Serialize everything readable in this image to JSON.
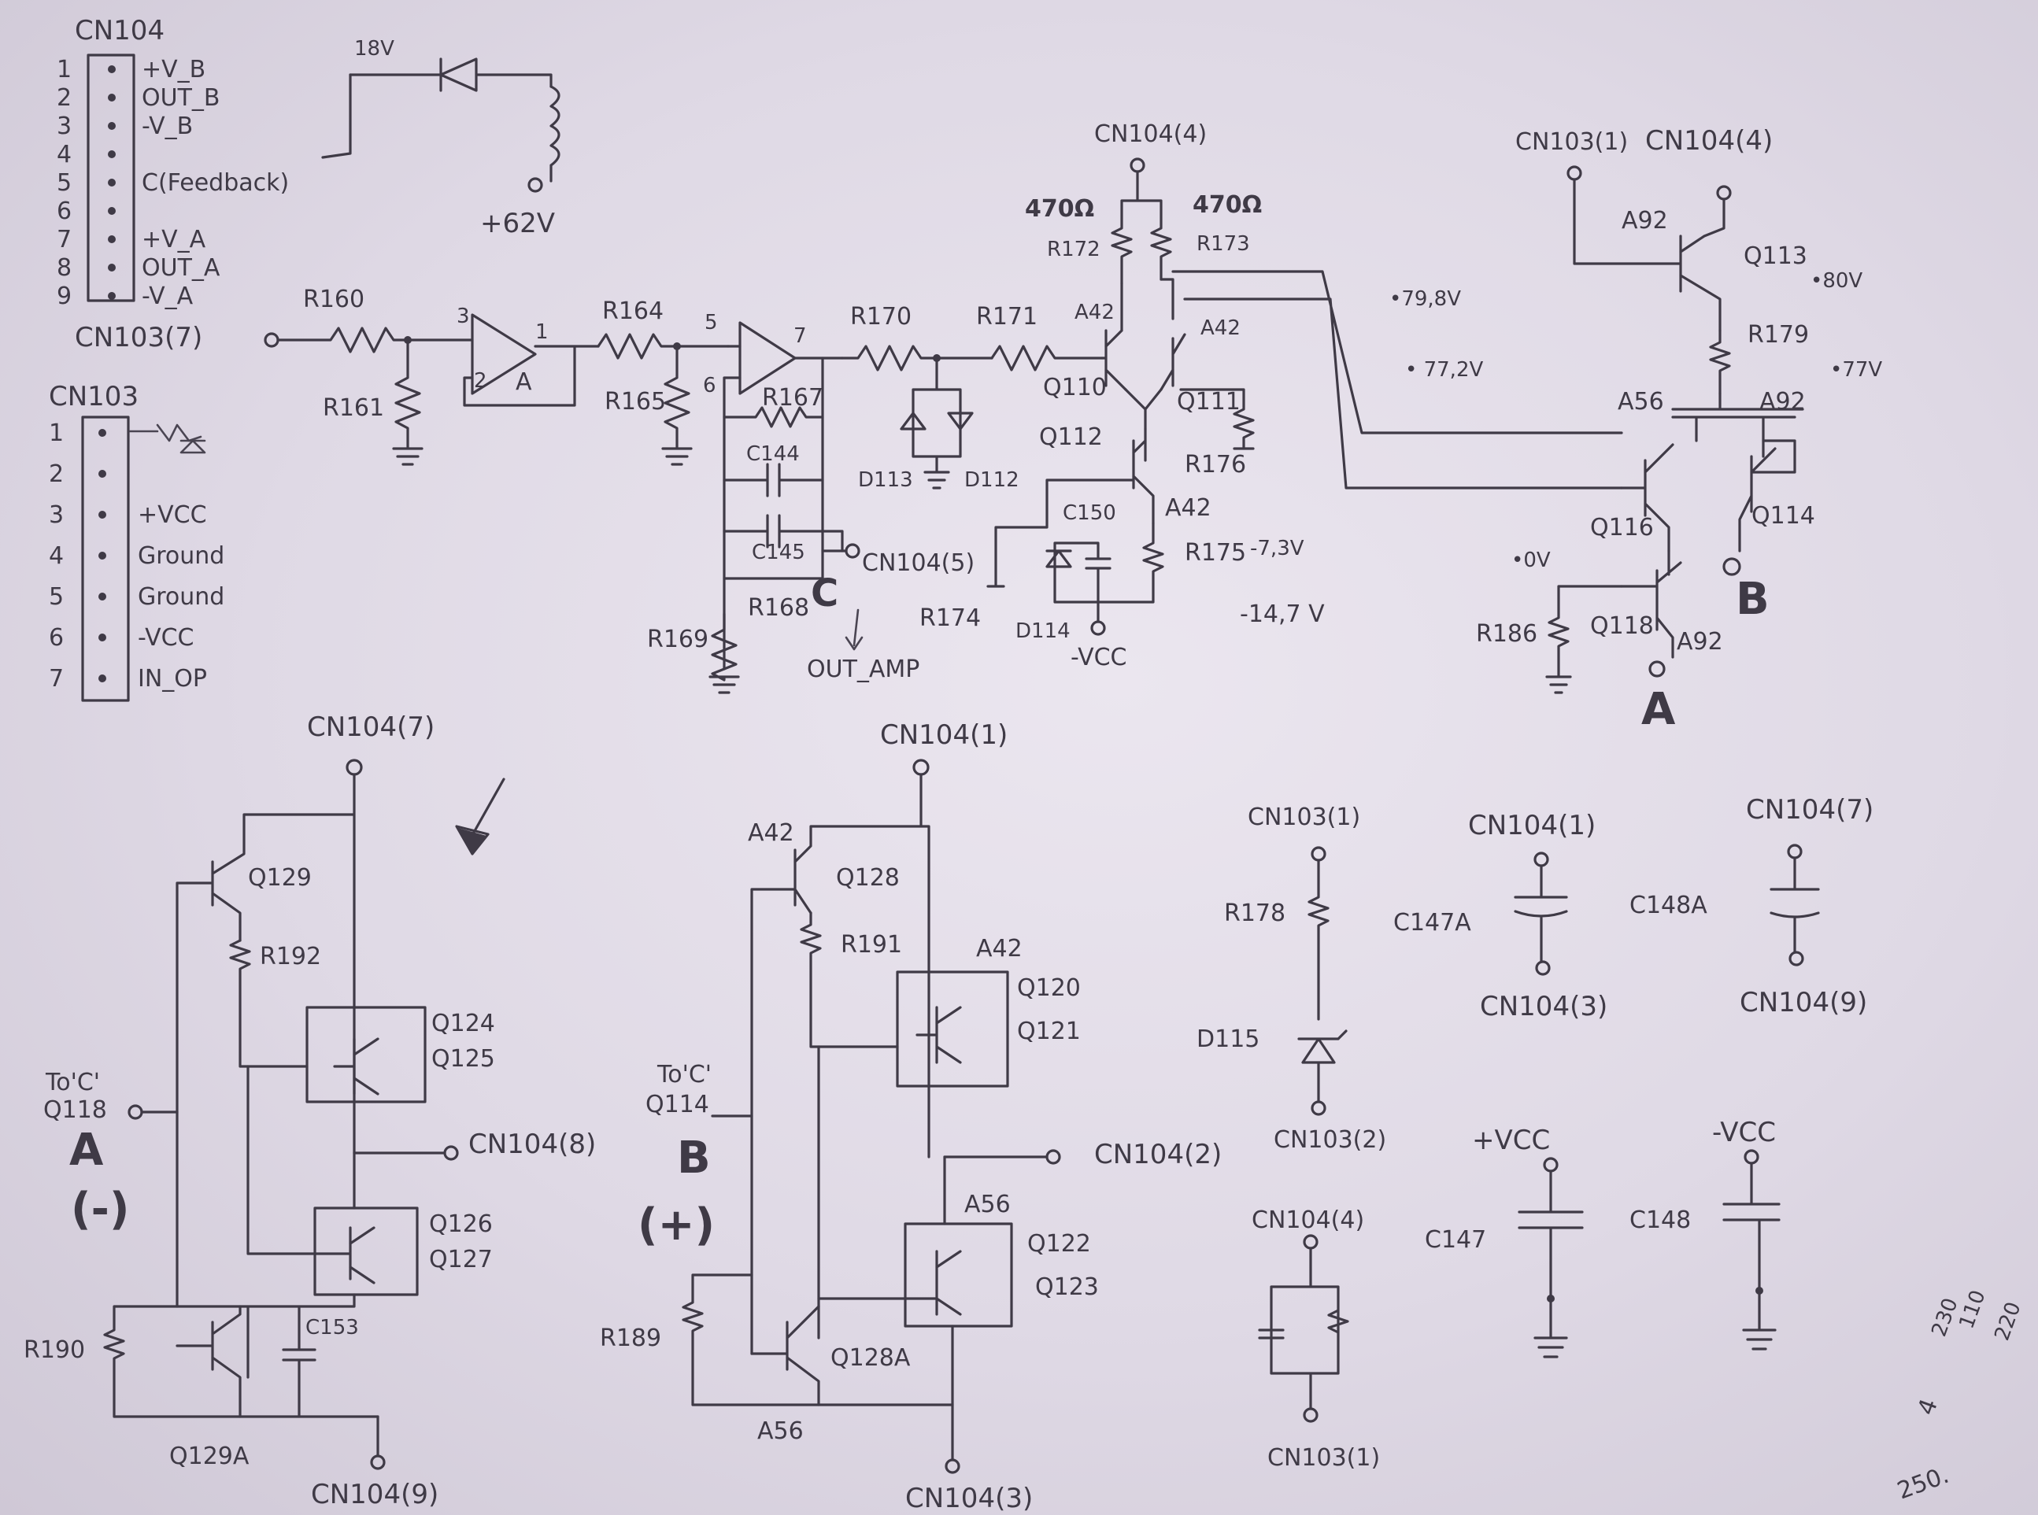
{
  "connector_cn104": {
    "title": "CN104",
    "pins": [
      {
        "num": "1",
        "label": "+V_B"
      },
      {
        "num": "2",
        "label": "OUT_B"
      },
      {
        "num": "3",
        "label": "-V_B"
      },
      {
        "num": "4",
        "label": ""
      },
      {
        "num": "5",
        "label": "C(Feedback)"
      },
      {
        "num": "6",
        "label": ""
      },
      {
        "num": "7",
        "label": "+V_A"
      },
      {
        "num": "8",
        "label": "OUT_A"
      },
      {
        "num": "9",
        "label": "-V_A"
      }
    ]
  },
  "connector_cn103": {
    "title": "CN103",
    "pins": [
      {
        "num": "1",
        "label": ""
      },
      {
        "num": "2",
        "label": ""
      },
      {
        "num": "3",
        "label": "+VCC"
      },
      {
        "num": "4",
        "label": "Ground"
      },
      {
        "num": "5",
        "label": "Ground"
      },
      {
        "num": "6",
        "label": "-VCC"
      },
      {
        "num": "7",
        "label": "IN_OP"
      }
    ]
  },
  "top_aux": {
    "v18": "18V",
    "v62": "+62V"
  },
  "input_stage": {
    "in_port": "CN103(7)",
    "r160": "R160",
    "r161": "R161",
    "opa_pin3": "3",
    "opa_pin2": "2",
    "opa_pin1": "1",
    "opa_name": "A",
    "r164": "R164",
    "r165": "R165",
    "opb_pin5": "5",
    "opb_pin6": "6",
    "opb_pin7": "7",
    "r167": "R167",
    "c144": "C144",
    "c145": "C145",
    "cn104_5": "CN104(5)",
    "r168": "R168",
    "r169": "R169",
    "c_mark": "C",
    "out_amp": "OUT_AMP",
    "r170": "R170",
    "r171": "R171",
    "d113": "D113",
    "d112": "D112"
  },
  "diff_stage": {
    "cn104_4": "CN104(4)",
    "r172_val": "470Ω",
    "r173_val": "470Ω",
    "r172": "R172",
    "r173": "R173",
    "q110_type": "A42",
    "q111_type": "A42",
    "q110": "Q110",
    "q111": "Q111",
    "q112": "Q112",
    "r176": "R176",
    "c150": "C150",
    "q112_type": "A42",
    "r175": "R175",
    "r174": "R174",
    "d114": "D114",
    "vcc_neg": "-VCC",
    "v1": "-7,3V",
    "v2": "-14,7 V"
  },
  "driver_stage": {
    "v_798": "•79,8V",
    "v_772": "• 77,2V",
    "cn103_1": "CN103(1)",
    "cn104_4": "CN104(4)",
    "a92_top": "A92",
    "q113": "Q113",
    "v80": "•80V",
    "r179": "R179",
    "v77": "•77V",
    "a56": "A56",
    "a92_mid": "A92",
    "q116": "Q116",
    "q114": "Q114",
    "v0": "•0V",
    "r186": "R186",
    "q118": "Q118",
    "a92_bot": "A92",
    "out_a": "A",
    "out_b": "B"
  },
  "output_a": {
    "cn104_7": "CN104(7)",
    "q129": "Q129",
    "r192": "R192",
    "q124": "Q124",
    "q125": "Q125",
    "to_c": "To'C'",
    "q118": "Q118",
    "mark_a": "A",
    "minus": "(-)",
    "cn104_8": "CN104(8)",
    "q126": "Q126",
    "q127": "Q127",
    "r190": "R190",
    "c153": "C153",
    "q129a": "Q129A",
    "cn104_9": "CN104(9)"
  },
  "output_b": {
    "cn104_1": "CN104(1)",
    "a42_left": "A42",
    "q128": "Q128",
    "r191": "R191",
    "a42_right": "A42",
    "q120": "Q120",
    "q121": "Q121",
    "to_c": "To'C'",
    "q114": "Q114",
    "mark_b": "B",
    "plus": "(+)",
    "cn104_2": "CN104(2)",
    "a56_right": "A56",
    "q122": "Q122",
    "q123": "Q123",
    "r189": "R189",
    "q128a": "Q128A",
    "a56_bot": "A56",
    "cn104_3": "CN104(3)"
  },
  "misc": {
    "cn103_1_top": "CN103(1)",
    "r178": "R178",
    "d115": "D115",
    "cn103_2": "CN103(2)",
    "cn104_1": "CN104(1)",
    "c147a": "C147A",
    "cn104_3": "CN104(3)",
    "cn104_7": "CN104(7)",
    "c148a": "C148A",
    "cn104_9": "CN104(9)",
    "vcc_pos": "+VCC",
    "c147": "C147",
    "vcc_neg": "-VCC",
    "c148": "C148",
    "cn104_4": "CN104(4)",
    "cn103_1_bot": "CN103(1)"
  },
  "corner_notes": {
    "n230": "230",
    "n110": "110",
    "n220": "220",
    "n4": "4",
    "n250": "250."
  }
}
